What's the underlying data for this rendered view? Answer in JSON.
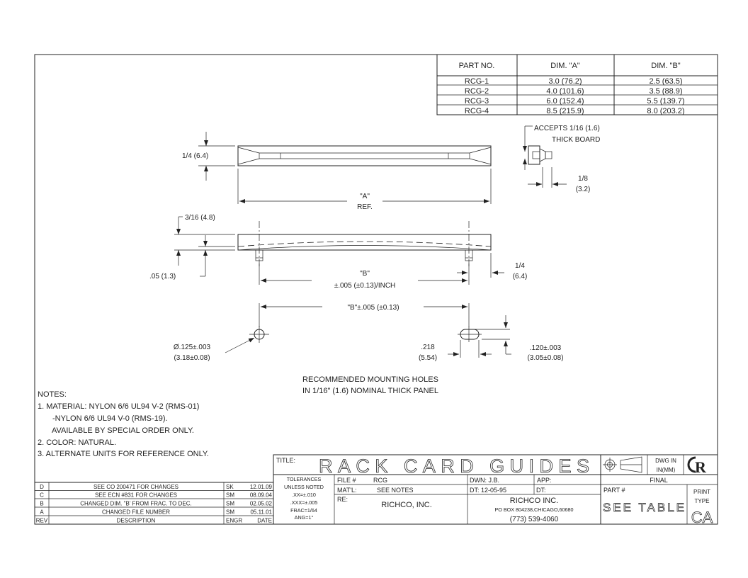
{
  "parts_table": {
    "headers": [
      "PART NO.",
      "DIM. \"A\"",
      "DIM. \"B\""
    ],
    "rows": [
      [
        "RCG-1",
        "3.0 (76.2)",
        "2.5 (63.5)"
      ],
      [
        "RCG-2",
        "4.0 (101.6)",
        "3.5 (88.9)"
      ],
      [
        "RCG-3",
        "6.0 (152.4)",
        "5.5 (139.7)"
      ],
      [
        "RCG-4",
        "8.5 (215.9)",
        "8.0 (203.2)"
      ]
    ]
  },
  "top_view": {
    "height_dim": "1/4 (6.4)",
    "length_dim": "\"A\"",
    "length_ref": "REF."
  },
  "board_detail": {
    "accepts": "ACCEPTS 1/16 (1.6)",
    "thick_board": "THICK BOARD",
    "width_dim": "1/8",
    "width_dim_mm": "(3.2)"
  },
  "side_view": {
    "thickness_dim": "3/16 (4.8)",
    "offset_dim": ".05 (1.3)",
    "pin_spacing": "\"B\"",
    "pin_tolerance": "±.005 (±0.13)/INCH",
    "pin_inset": "1/4",
    "pin_inset_mm": "(6.4)"
  },
  "mounting": {
    "spacing": "\"B\"±.005 (±0.13)",
    "hole_dia": "Ø.125±.003",
    "hole_dia_mm": "(3.18±0.08)",
    "slot_len": ".218",
    "slot_len_mm": "(5.54)",
    "slot_width": ".120±.003",
    "slot_width_mm": "(3.05±0.08)",
    "caption_line1": "RECOMMENDED MOUNTING HOLES",
    "caption_line2": "IN 1/16\" (1.6) NOMINAL THICK PANEL"
  },
  "notes": {
    "heading": "NOTES:",
    "lines": [
      "1. MATERIAL: NYLON 6/6 UL94 V-2  (RMS-01)",
      "-NYLON 6/6 UL94 V-0 (RMS-19).",
      "AVAILABLE BY SPECIAL ORDER ONLY.",
      "2. COLOR: NATURAL.",
      "3. ALTERNATE UNITS FOR REFERENCE ONLY."
    ]
  },
  "revisions": {
    "rows": [
      {
        "rev": "D",
        "desc": "SEE CO 200471 FOR CHANGES",
        "engr": "SK",
        "date": "12.01.09"
      },
      {
        "rev": "C",
        "desc": "SEE ECN #831 FOR CHANGES",
        "engr": "SM",
        "date": "08.09.04"
      },
      {
        "rev": "B",
        "desc": "CHANGED DIM. \"B' FROM FRAC. TO DEC.",
        "engr": "SM",
        "date": "02.05.02"
      },
      {
        "rev": "A",
        "desc": "CHANGED FILE NUMBER",
        "engr": "SM",
        "date": "05.11.01"
      }
    ],
    "header": {
      "rev": "REV",
      "desc": "DESCRIPTION",
      "engr": "ENGR",
      "date": "DATE"
    }
  },
  "title_block": {
    "title_label": "TITLE:",
    "title": "RACK CARD GUIDES",
    "units_line1": "DWG IN",
    "units_line2": "IN(MM)",
    "tolerances": [
      "TOLERANCES",
      "UNLESS NOTED",
      ".XX=±.010",
      ".XXX=±.005",
      "FRAC=1/64",
      "ANG=1°"
    ],
    "file_label": "FILE #",
    "file_value": "RCG",
    "material_label": "MAT'L:",
    "material_value": "SEE NOTES",
    "re_label": "RE:",
    "re_value": "RICHCO, INC.",
    "drawn": "DWN: J.B.",
    "approved": "APP:",
    "date": "DT: 12-05-95",
    "approved_date": "DT:",
    "company": "RICHCO INC.",
    "address": "PO BOX 804238,CHICAGO,60680",
    "phone": "(773) 539-4060",
    "status": "FINAL",
    "part_label": "PART #",
    "part_value": "SEE TABLE",
    "print_label1": "PRINT",
    "print_label2": "TYPE",
    "print_type": "CA"
  }
}
